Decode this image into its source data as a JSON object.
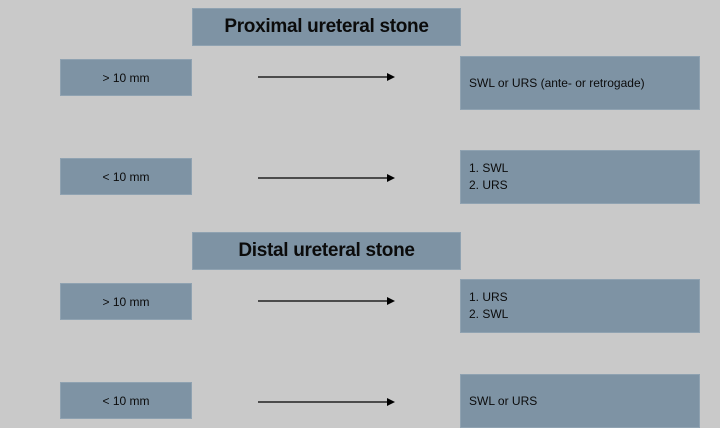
{
  "sections": [
    {
      "title": "Proximal ureteral stone",
      "rows": [
        {
          "size": "> 10 mm",
          "result": [
            "SWL or URS (ante- or retrogade)"
          ]
        },
        {
          "size": "< 10 mm",
          "result": [
            "1. SWL",
            "2. URS"
          ]
        }
      ]
    },
    {
      "title": "Distal ureteral stone",
      "rows": [
        {
          "size": "> 10 mm",
          "result": [
            "1. URS",
            "2. SWL"
          ]
        },
        {
          "size": "< 10 mm",
          "result": [
            "SWL or URS"
          ]
        }
      ]
    }
  ]
}
